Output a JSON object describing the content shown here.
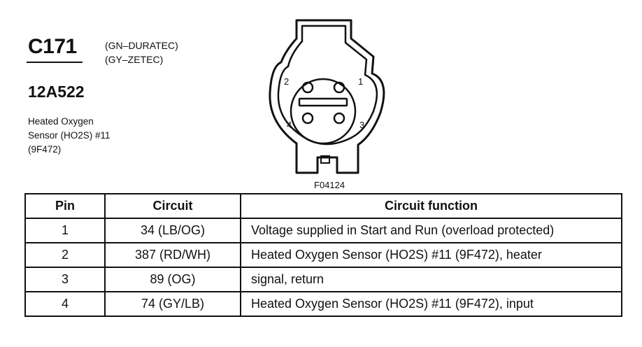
{
  "connector": {
    "id": "C171",
    "variants": [
      "(GN–DURATEC)",
      "(GY–ZETEC)"
    ],
    "part_number": "12A522",
    "description_lines": [
      "Heated Oxygen",
      "Sensor (HO2S) #11",
      "(9F472)"
    ],
    "figure_label": "F04124",
    "pin_labels": [
      "1",
      "2",
      "3",
      "4"
    ]
  },
  "table": {
    "headers": [
      "Pin",
      "Circuit",
      "Circuit function"
    ],
    "rows": [
      {
        "pin": "1",
        "circuit": "34 (LB/OG)",
        "function": "Voltage supplied in Start and Run (overload protected)"
      },
      {
        "pin": "2",
        "circuit": "387 (RD/WH)",
        "function": "Heated Oxygen Sensor (HO2S) #11 (9F472), heater"
      },
      {
        "pin": "3",
        "circuit": "89 (OG)",
        "function": "signal, return"
      },
      {
        "pin": "4",
        "circuit": "74 (GY/LB)",
        "function": "Heated Oxygen Sensor (HO2S) #11 (9F472), input"
      }
    ]
  }
}
